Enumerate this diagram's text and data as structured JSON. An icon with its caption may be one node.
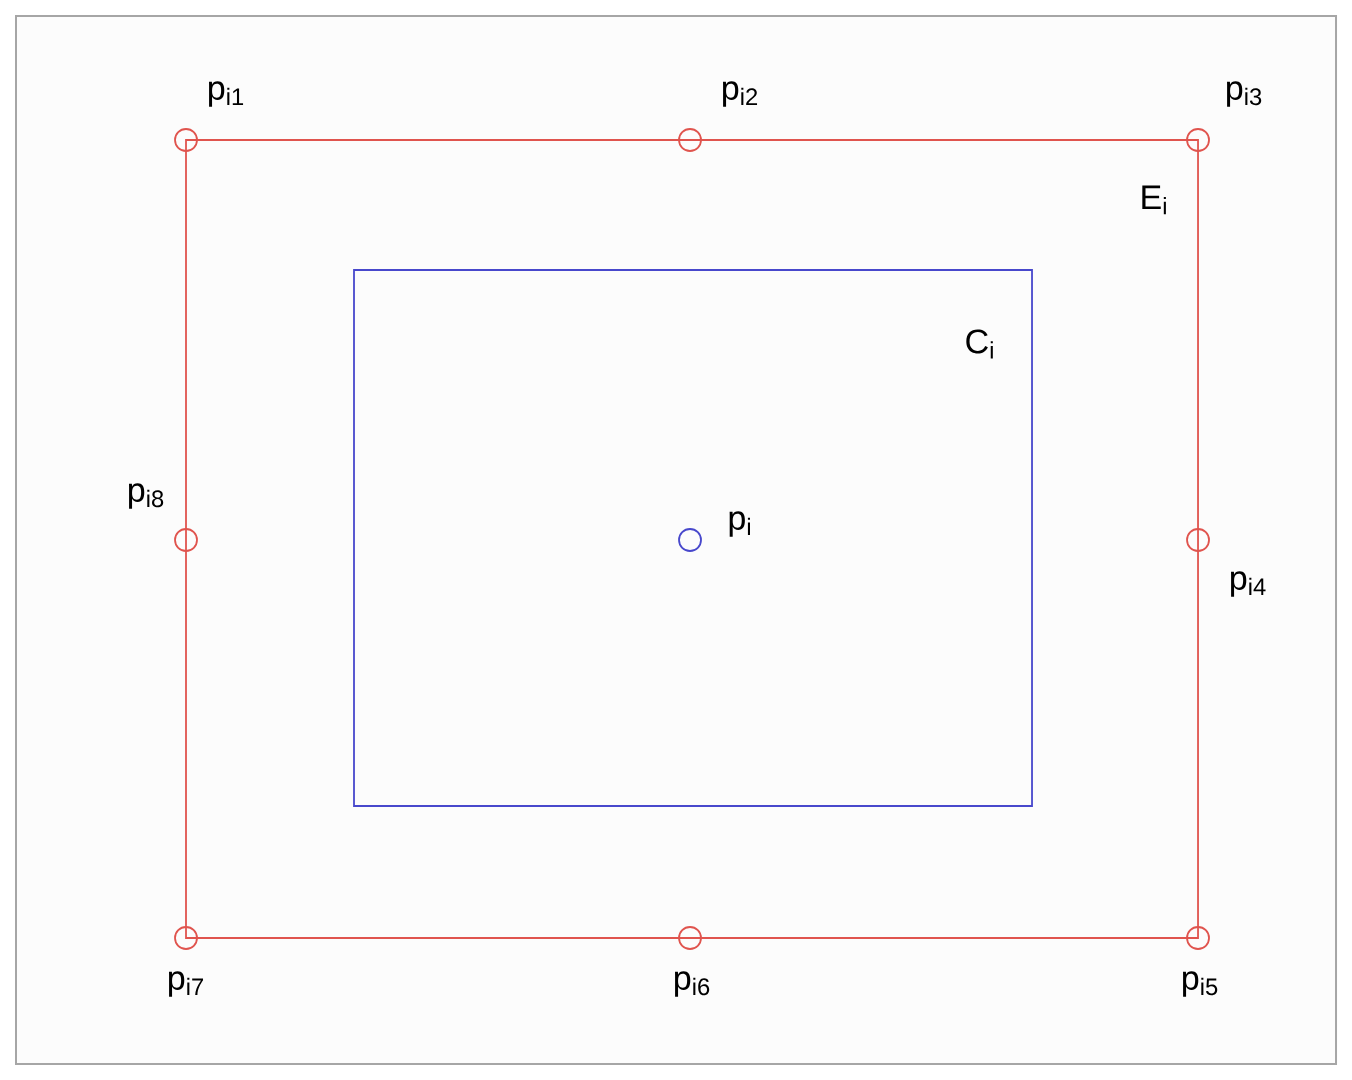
{
  "diagram": {
    "nodes": [
      {
        "text": [
          "E$_{i}$"
        ]
      },
      {
        "text": [
          "C$_{i}$"
        ],
        "in": 0
      },
      {
        "text": [],
        "shape": "circle",
        "in": 1,
        "beside": [
          "p$_{i}$"
        ]
      },
      {
        "text": [],
        "shape": "circle",
        "beside": [
          "p$_{i1}$"
        ]
      },
      {
        "text": [],
        "shape": "circle",
        "beside": [
          "p$_{i2}$"
        ]
      },
      {
        "text": [],
        "shape": "circle",
        "beside": [
          "p$_{i3}$"
        ]
      },
      {
        "text": [],
        "shape": "circle",
        "beside": [
          "p$_{i4}$"
        ]
      },
      {
        "text": [],
        "shape": "circle",
        "beside": [
          "p$_{i5}$"
        ]
      },
      {
        "text": [],
        "shape": "circle",
        "beside": [
          "p$_{i6}$"
        ]
      },
      {
        "text": [],
        "shape": "circle",
        "beside": [
          "p$_{i7}$"
        ]
      },
      {
        "text": [],
        "shape": "circle",
        "beside": [
          "p$_{i8}$"
        ]
      }
    ]
  }
}
